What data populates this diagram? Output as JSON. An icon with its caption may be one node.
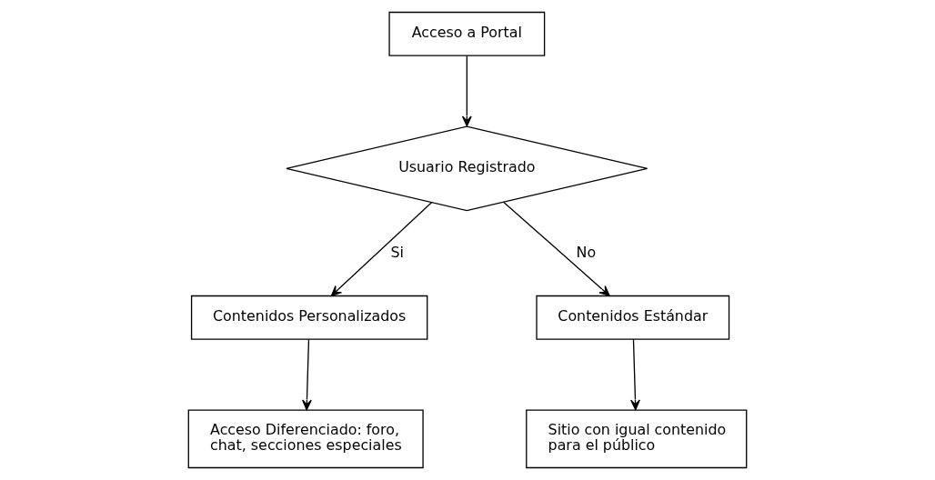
{
  "diagram": {
    "nodes": [
      {
        "text": [
          "Acceso a Portal"
        ]
      },
      {
        "text": [
          "Usuario Registrado"
        ]
      },
      {
        "text": [
          "Contenidos Personalizados"
        ]
      },
      {
        "text": [
          "Contenidos Estándar"
        ]
      },
      {
        "text": [
          "Acceso Diferenciado: foro, chat, secciones especiales"
        ]
      },
      {
        "text": [
          "Sitio con igual contenido para el público"
        ]
      }
    ],
    "edges": [
      {
        "from": 0,
        "to": 1,
        "arrow": "to"
      },
      {
        "from": 1,
        "to": 2,
        "arrow": "to",
        "label": "Si"
      },
      {
        "from": 1,
        "to": 3,
        "arrow": "to",
        "label": "No"
      },
      {
        "from": 2,
        "to": 4,
        "arrow": "to"
      },
      {
        "from": 3,
        "to": 5,
        "arrow": "to"
      }
    ]
  }
}
